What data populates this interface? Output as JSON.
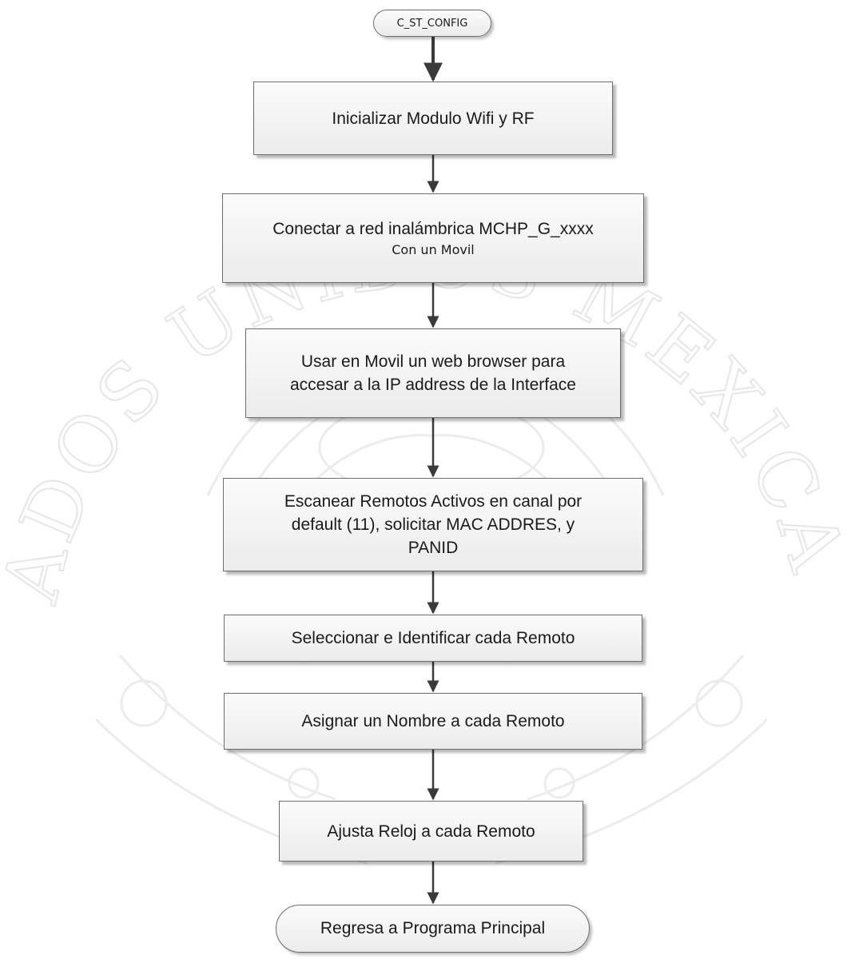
{
  "flowchart": {
    "start": {
      "label": "C_ST_CONFIG"
    },
    "steps": [
      {
        "line1": "Inicializar Modulo Wifi y RF"
      },
      {
        "line1": "Conectar a red inalámbrica MCHP_G_xxxx",
        "line2": "Con un Movil"
      },
      {
        "line1": "Usar en Movil un web browser para",
        "line2": "accesar a la IP address de la Interface"
      },
      {
        "line1": "Escanear Remotos Activos en canal por",
        "line2": "default (11), solicitar MAC ADDRES, y",
        "line3": "PANID"
      },
      {
        "line1": "Seleccionar e Identificar cada Remoto"
      },
      {
        "line1": "Asignar un Nombre a cada Remoto"
      },
      {
        "line1": "Ajusta Reloj a cada Remoto"
      }
    ],
    "end": {
      "label": "Regresa a Programa Principal"
    }
  },
  "watermark": {
    "text": "ESTADOS UNIDOS MEXICANOS",
    "color": "#e9e9e9"
  },
  "colors": {
    "border": "#6d6d6d",
    "arrow": "#3a3a3a",
    "fill_top": "#fbfbfb",
    "fill_bottom": "#ececec"
  }
}
